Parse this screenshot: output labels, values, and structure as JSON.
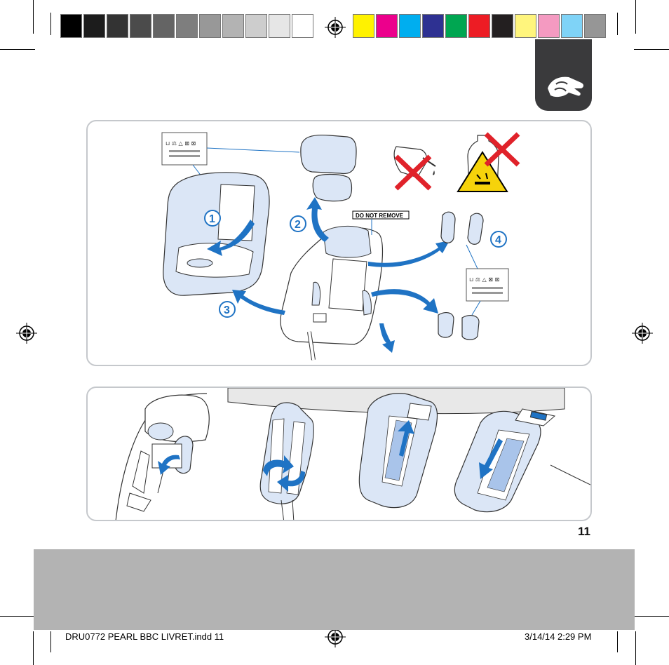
{
  "colors": {
    "accent_blue": "#1f73c4",
    "light_blue": "#dbe6f6",
    "tab_dark": "#3a3a3c",
    "band_grey": "#b3b3b3",
    "cross_red": "#e0222a",
    "warning_yellow": "#f6d30b"
  },
  "color_bar": {
    "grey_swatches": [
      "#000000",
      "#1c1c1c",
      "#333333",
      "#4b4b4b",
      "#646464",
      "#7e7e7e",
      "#989898",
      "#b3b3b3",
      "#cdcdcd",
      "#e6e6e6",
      "#ffffff"
    ],
    "color_swatches": [
      "#fff200",
      "#ec008c",
      "#00aeef",
      "#2e3192",
      "#00a651",
      "#ed1c24",
      "#231f20",
      "#fff57d",
      "#f49ac1",
      "#7fd3f7",
      "#969696"
    ]
  },
  "section_icon": "hand-wiping-icon",
  "top_panel": {
    "step_numbers": [
      "1",
      "2",
      "3",
      "4"
    ],
    "tag_label": "DO NOT REMOVE",
    "care_symbols": "⊔ ⚖ △ ⊠ ⊠",
    "prohibited_icons": [
      "solvent-can-icon",
      "corrosive-chemical-icon"
    ]
  },
  "page_number": "11",
  "footer": {
    "file_name": "DRU0772 PEARL BBC LIVRET.indd   11",
    "date_time": "3/14/14   2:29 PM"
  }
}
